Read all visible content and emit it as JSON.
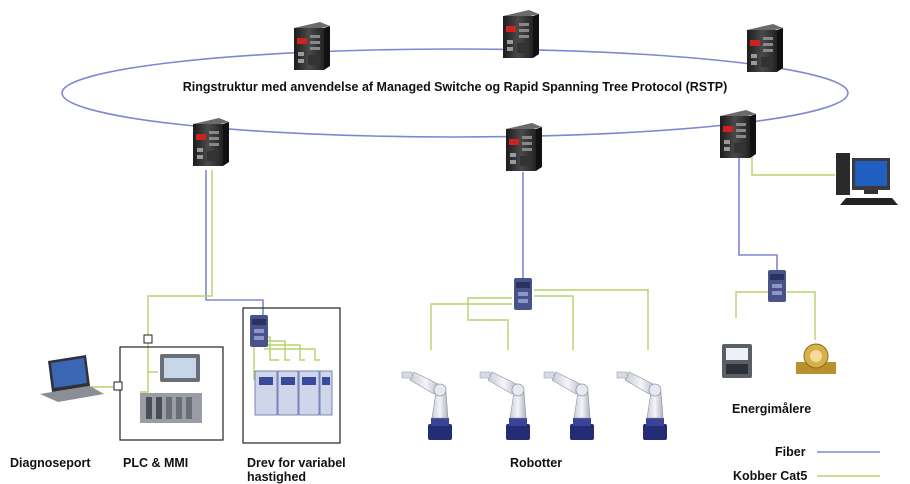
{
  "ring": {
    "title": "Ringstruktur med anvendelse af Managed Switche og Rapid Spanning Tree Protocol (RSTP)"
  },
  "labels": {
    "diagnoseport": "Diagnoseport",
    "plc_mmi": "PLC & MMI",
    "drev_line1": "Drev for variabel",
    "drev_line2": "hastighed",
    "robotter": "Robotter",
    "energimalere": "Energimålere"
  },
  "legend": {
    "fiber": "Fiber",
    "kobber": "Kobber Cat5",
    "fiber_color": "#7f86d4",
    "kobber_color": "#b5d36a"
  },
  "icons": {
    "switch": "managed-switch-icon",
    "small_switch": "unmanaged-switch-icon",
    "robot": "industrial-robot-arm-icon",
    "laptop": "laptop-icon",
    "pc": "desktop-computer-icon",
    "plc": "plc-rack-icon",
    "mmi": "mmi-touchscreen-icon",
    "drive": "variable-speed-drive-icon",
    "meter_electric": "electricity-meter-icon",
    "meter_water": "water-meter-icon"
  }
}
